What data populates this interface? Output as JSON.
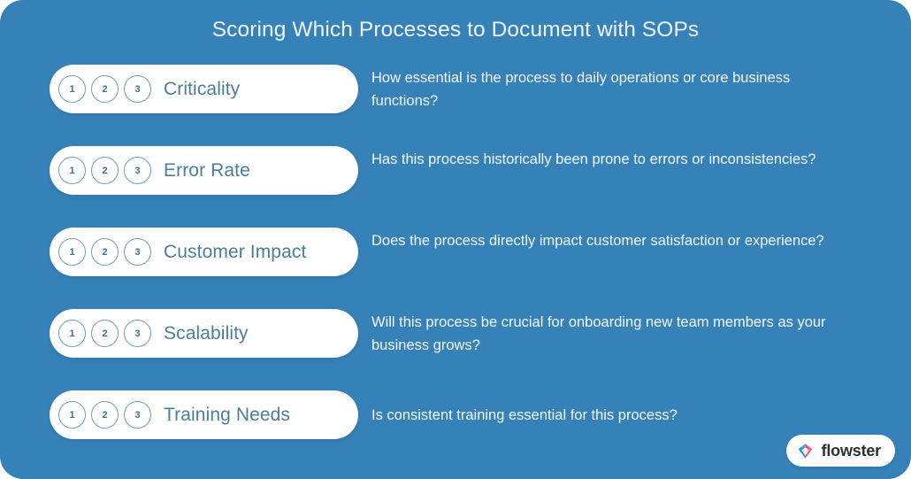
{
  "header": {
    "title": "Scoring Which Processes to Document with SOPs"
  },
  "colors": {
    "background": "#3682b8",
    "pill_background": "#ffffff",
    "pill_label": "#4a7f96",
    "circle_border": "#6f9fb8",
    "circle_number": "#3c6f8c",
    "description_text": "#f2f8fc",
    "title_text": "#eef5fa",
    "logo_text": "#2b2f38",
    "logo_mark_cyan": "#2ec5dd",
    "logo_mark_pink": "#f0486b",
    "logo_mark_blue": "#2b6fd6"
  },
  "scale": {
    "numbers": [
      "1",
      "2",
      "3"
    ]
  },
  "criteria": [
    {
      "label": "Criticality",
      "description": "How essential is the process to daily operations or core business functions?",
      "lines": 2
    },
    {
      "label": "Error Rate",
      "description": "Has this process historically been prone to errors or inconsistencies?",
      "lines": 2
    },
    {
      "label": "Customer Impact",
      "description": "Does the process directly impact customer satisfaction or experience?",
      "lines": 2
    },
    {
      "label": "Scalability",
      "description": "Will this process be crucial for onboarding new team members as your business grows?",
      "lines": 2
    },
    {
      "label": "Training Needs",
      "description": "Is consistent training essential for this process?",
      "lines": 1
    }
  ],
  "logo": {
    "name": "flowster",
    "mark": "flowster-arrow-icon"
  }
}
